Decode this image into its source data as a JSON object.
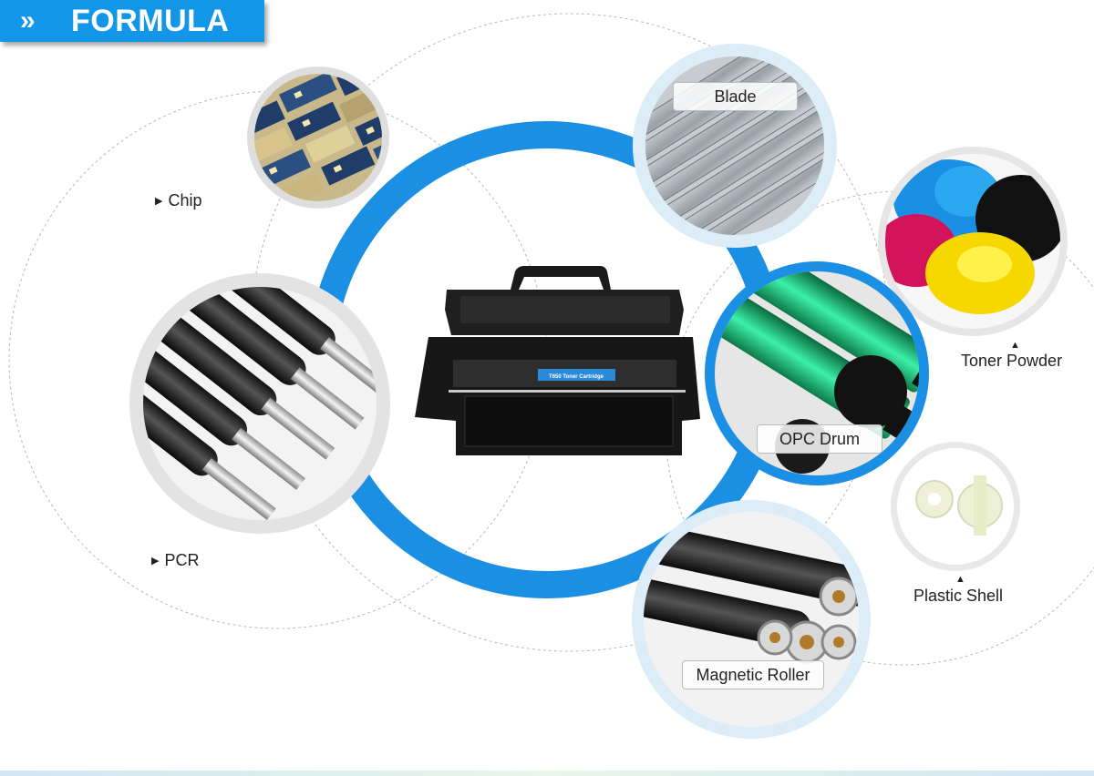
{
  "banner": {
    "chevron": "»",
    "title": "FORMULA"
  },
  "labels": {
    "chip": "Chip",
    "pcr": "PCR",
    "blade": "Blade",
    "toner_powder": "Toner Powder",
    "opc_drum": "OPC Drum",
    "plastic_shell": "Plastic Shell",
    "magnetic_roller": "Magnetic Roller"
  },
  "cartridge": {
    "label": "T650 Toner Cartridge"
  },
  "colors": {
    "accent": "#1296e8",
    "ring": "#1a8fe3",
    "halo": "#dcedf8"
  }
}
